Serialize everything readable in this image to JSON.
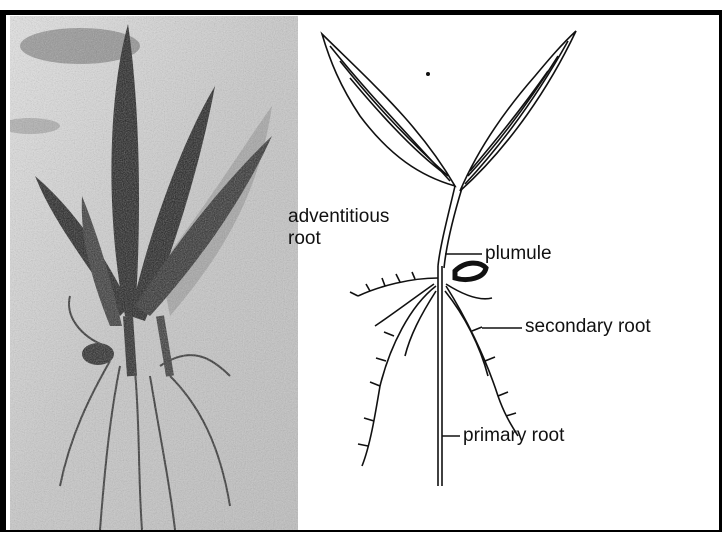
{
  "diagram": {
    "labels": {
      "adventitious_root": [
        "adventitious",
        "root"
      ],
      "plumule": "plumule",
      "secondary_root": "secondary root",
      "primary_root": "primary root"
    }
  },
  "colors": {
    "ink": "#111111",
    "frame": "#000000",
    "photo_bg": "#cfcfcf",
    "leaf_dark": "#1a1a1a"
  }
}
